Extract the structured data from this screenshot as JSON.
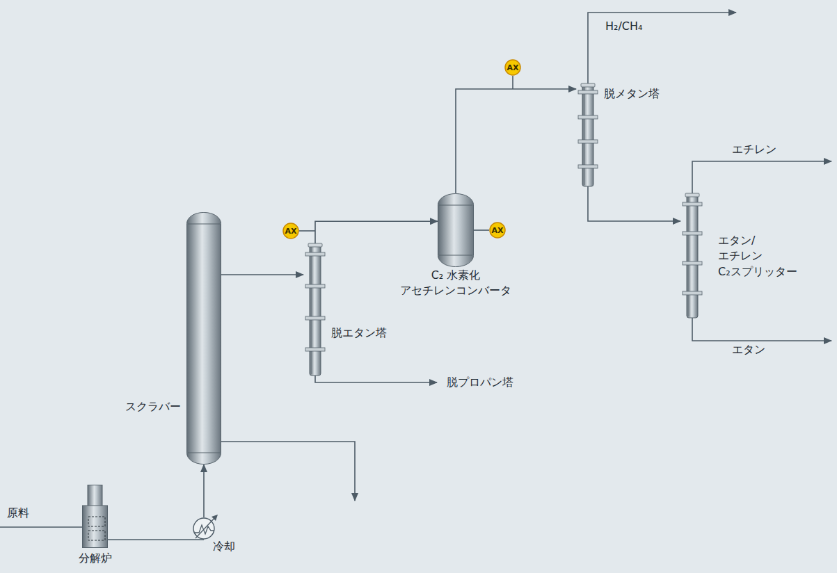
{
  "diagram": {
    "nodes": [
      {
        "text": [
          "分解炉"
        ]
      },
      {
        "text": [
          "冷却"
        ]
      },
      {
        "text": [
          "スクラバー"
        ]
      },
      {
        "text": [
          "AX"
        ]
      },
      {
        "text": [
          "脱エタン塔"
        ]
      },
      {
        "text": [
          "C₂ 水素化 アセチレンコンバータ"
        ]
      },
      {
        "text": [
          "AX"
        ]
      },
      {
        "text": [
          "AX"
        ]
      },
      {
        "text": [
          "脱メタン塔"
        ]
      },
      {
        "text": [
          "エタン/ エチレン C₂スプリッター"
        ]
      }
    ],
    "edges": [
      {
        "from": 0,
        "to": 1,
        "arrow": "none"
      },
      {
        "from": 1,
        "to": 2,
        "arrow": "to"
      },
      {
        "from": 2,
        "to": 4,
        "arrow": "to"
      },
      {
        "from": 4,
        "to": 5,
        "arrow": "to"
      },
      {
        "from": 5,
        "to": 6,
        "arrow": "none"
      },
      {
        "from": 5,
        "to": 8,
        "arrow": "to"
      },
      {
        "from": 8,
        "to": 9,
        "arrow": "to"
      }
    ],
    "labels": [
      "原料",
      "脱プロパン塔",
      "H₂/CH₄",
      "エチレン",
      "エタン"
    ]
  }
}
